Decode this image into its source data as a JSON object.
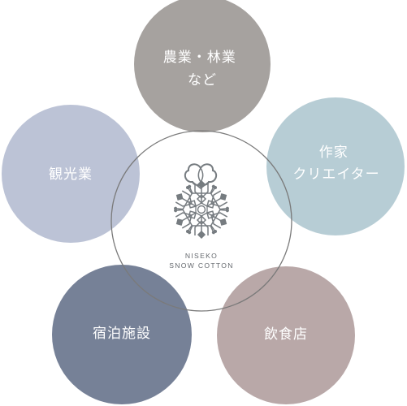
{
  "diagram": {
    "center": {
      "brand_line_1": "NISEKO",
      "brand_line_2": "SNOW COTTON",
      "logo_icon": "snowflake-cotton-logo-icon"
    },
    "nodes": [
      {
        "id": "agriculture",
        "label_lines": [
          "農業・林業",
          "など"
        ],
        "color": "#A29E9B"
      },
      {
        "id": "creator",
        "label_lines": [
          "作家",
          "クリエイター"
        ],
        "color": "#B4CBD3"
      },
      {
        "id": "restaurant",
        "label_lines": [
          "飲食店"
        ],
        "color": "#B6A4A4"
      },
      {
        "id": "lodging",
        "label_lines": [
          "宿泊施設"
        ],
        "color": "#737E95"
      },
      {
        "id": "tourism",
        "label_lines": [
          "観光業"
        ],
        "color": "#B9C1D4"
      }
    ],
    "center_ring_color": "#7A7A7A",
    "logo_color": "#767B80"
  }
}
